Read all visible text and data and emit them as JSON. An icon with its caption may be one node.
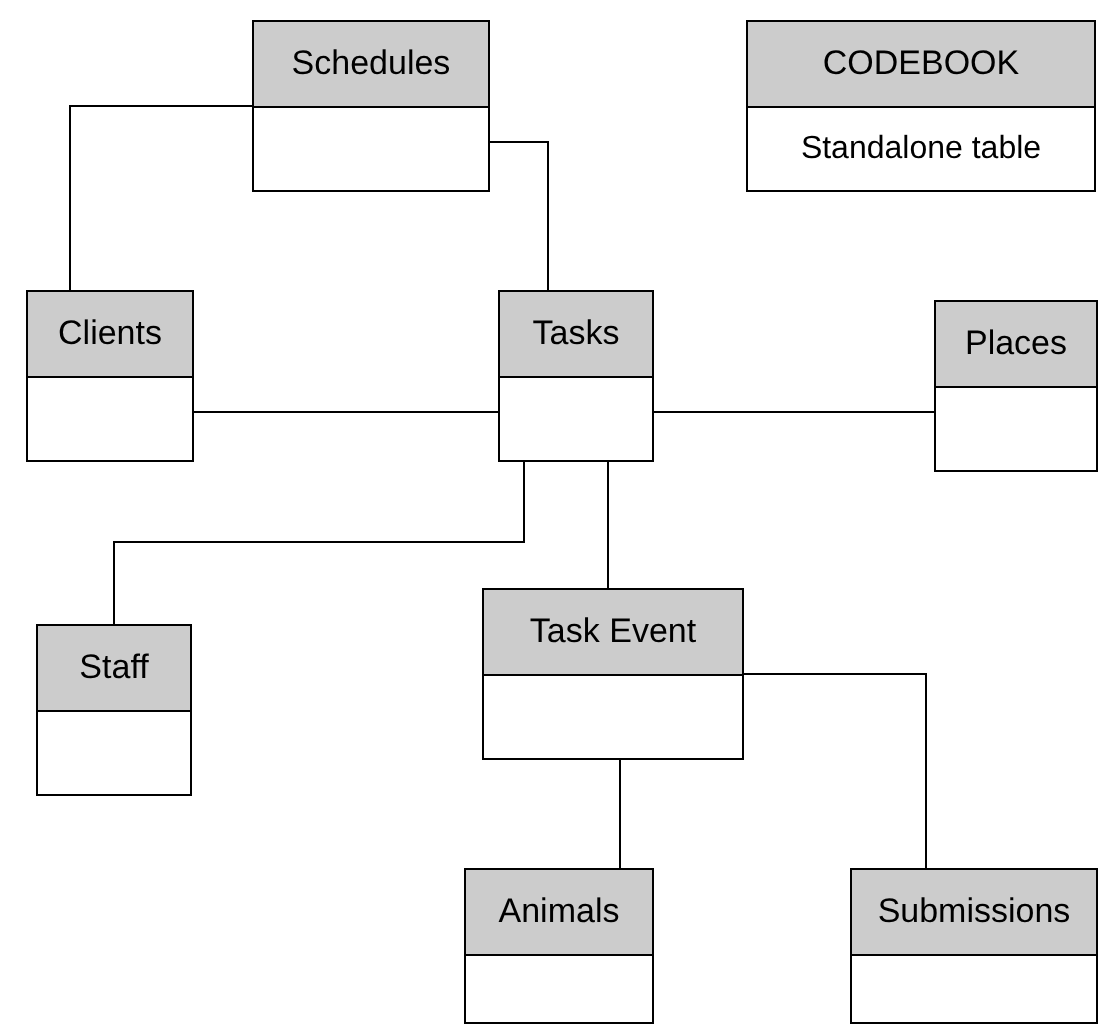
{
  "diagram": {
    "nodes": [
      {
        "text": [
          "Schedules"
        ]
      },
      {
        "text": [
          "CODEBOOK",
          "Standalone table"
        ]
      },
      {
        "text": [
          "Clients"
        ]
      },
      {
        "text": [
          "Tasks"
        ]
      },
      {
        "text": [
          "Places"
        ]
      },
      {
        "text": [
          "Staff"
        ]
      },
      {
        "text": [
          "Task Event"
        ]
      },
      {
        "text": [
          "Animals"
        ]
      },
      {
        "text": [
          "Submissions"
        ]
      }
    ],
    "edges": [
      {
        "from": 0,
        "to": 2,
        "arrow": "none"
      },
      {
        "from": 0,
        "to": 3,
        "arrow": "none"
      },
      {
        "from": 2,
        "to": 3,
        "arrow": "none"
      },
      {
        "from": 3,
        "to": 4,
        "arrow": "none"
      },
      {
        "from": 3,
        "to": 5,
        "arrow": "none"
      },
      {
        "from": 3,
        "to": 6,
        "arrow": "none"
      },
      {
        "from": 6,
        "to": 7,
        "arrow": "none"
      },
      {
        "from": 6,
        "to": 8,
        "arrow": "none"
      }
    ]
  }
}
